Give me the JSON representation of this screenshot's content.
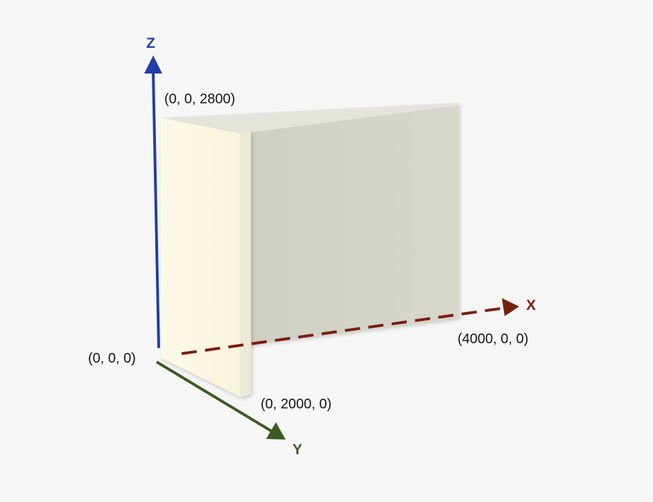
{
  "diagram": {
    "axes": [
      {
        "id": "x",
        "letter": "X",
        "color": "#7a1f10",
        "style": "dashed"
      },
      {
        "id": "y",
        "letter": "Y",
        "color": "#3d5a22",
        "style": "solid"
      },
      {
        "id": "z",
        "letter": "Z",
        "color": "#1f3fa8",
        "style": "solid"
      }
    ],
    "labels": {
      "origin": "(0, 0, 0)",
      "z_top": "(0, 0, 2800)",
      "x_end": "(4000, 0, 0)",
      "y_end": "(0, 2000, 0)"
    },
    "colors": {
      "background": "#f6f6f6",
      "wall_long_face": "#d3d3c9",
      "wall_long_edge": "#e4e4dc",
      "wall_short_face": "#fbf8e3",
      "wall_short_edge": "#ecead6"
    }
  }
}
